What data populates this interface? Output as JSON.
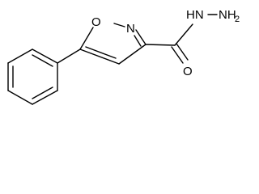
{
  "atoms": {
    "ring_oxygen": "O",
    "ring_nitrogen": "N",
    "carbonyl_oxygen": "O",
    "hydrazide_nh": "HN",
    "hydrazide_nh2": "NH",
    "nh2_subscript": "2"
  }
}
